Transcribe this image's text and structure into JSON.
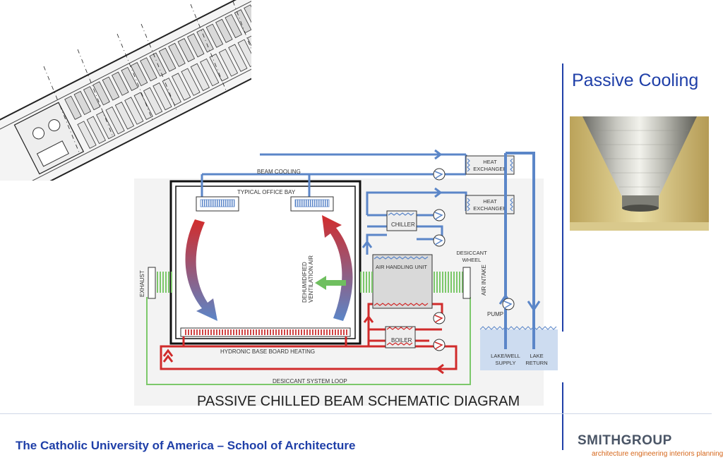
{
  "slide": {
    "title": "Passive Cooling",
    "footer": "The Catholic University of America – School of Architecture",
    "logo": {
      "name": "SMITHGROUP",
      "tagline": "architecture engineering interiors planning"
    }
  },
  "images": {
    "plan_drawing": "architectural-floor-plan",
    "photo": "chilled-beam-ceiling-photo"
  },
  "diagram": {
    "title": "PASSIVE CHILLED BEAM SCHEMATIC DIAGRAM",
    "labels": {
      "beam_cooling": "BEAM COOLING",
      "office_bay": "TYPICAL OFFICE BAY",
      "heat_exchanger": "HEAT",
      "heat_exchanger_2": "EXCHANGER",
      "chiller": "CHILLER",
      "desiccant_wheel": "DESICCANT",
      "desiccant_wheel_2": "WHEEL",
      "ahu": "AIR HANDLING UNIT",
      "air_intake": "AIR INTAKE",
      "exhaust": "EXHAUST",
      "ventilation": "DEHUMIDIFIED",
      "ventilation_2": "VENTILATION AIR",
      "pump": "PUMP",
      "boiler": "BOILER",
      "hydronic": "HYDRONIC BASE BOARD HEATING",
      "desiccant_loop": "DESICCANT SYSTEM LOOP",
      "lake_supply": "LAKE/WELL",
      "lake_supply_2": "SUPPLY",
      "lake_return": "LAKE",
      "lake_return_2": "RETURN"
    }
  },
  "colors": {
    "accent": "#1f3fa8",
    "cool": "#5b86c8",
    "heat": "#d02b2b",
    "desiccant": "#6fbf5f",
    "logo_tag": "#d5661a"
  }
}
